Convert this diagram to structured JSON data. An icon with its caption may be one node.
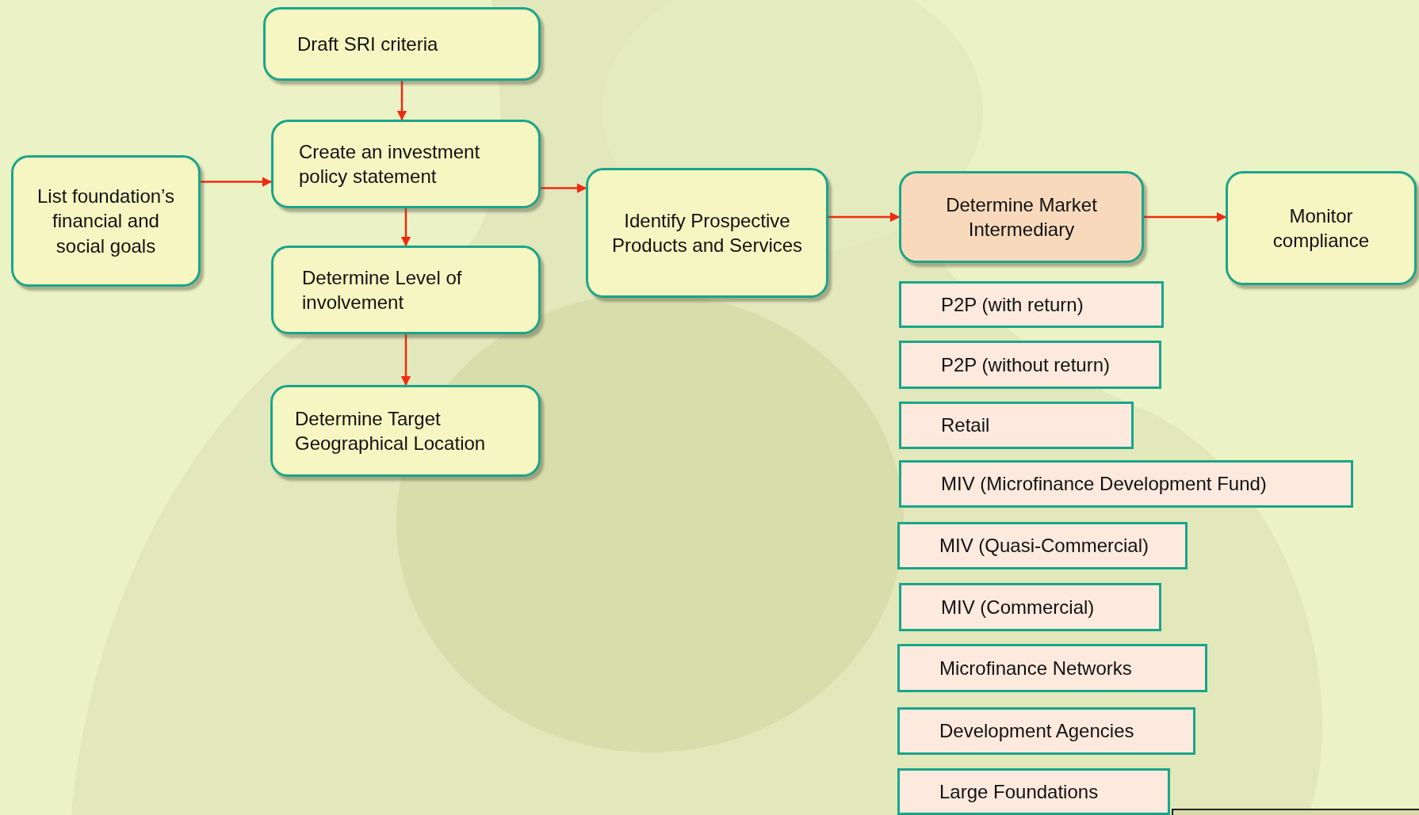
{
  "diagram": {
    "nodes": [
      {
        "text": [
          "Draft SRI criteria"
        ]
      },
      {
        "text": [
          "Create an investment policy statement"
        ]
      },
      {
        "text": [
          "Determine Level of involvement"
        ]
      },
      {
        "text": [
          "Determine Target Geographical Location"
        ]
      },
      {
        "text": [
          "List foundation’s financial and social goals"
        ]
      },
      {
        "text": [
          "Identify Prospective Products and Services"
        ]
      },
      {
        "text": [
          "Determine Market Intermediary"
        ]
      },
      {
        "text": [
          "Monitor compliance"
        ]
      },
      {
        "text": [
          "P2P (with return)"
        ]
      },
      {
        "text": [
          "P2P (without return)"
        ]
      },
      {
        "text": [
          "Retail"
        ]
      },
      {
        "text": [
          "MIV (Microfinance Development Fund)"
        ]
      },
      {
        "text": [
          "MIV (Quasi-Commercial)"
        ]
      },
      {
        "text": [
          "MIV (Commercial)"
        ]
      },
      {
        "text": [
          "Microfinance Networks"
        ]
      },
      {
        "text": [
          "Development Agencies"
        ]
      },
      {
        "text": [
          "Large Foundations"
        ]
      }
    ],
    "edges": [
      {
        "from": 0,
        "to": 1,
        "arrow": "to"
      },
      {
        "from": 1,
        "to": 2,
        "arrow": "to"
      },
      {
        "from": 2,
        "to": 3,
        "arrow": "to"
      },
      {
        "from": 4,
        "to": 1,
        "arrow": "to"
      },
      {
        "from": 1,
        "to": 5,
        "arrow": "to"
      },
      {
        "from": 5,
        "to": 6,
        "arrow": "to"
      },
      {
        "from": 6,
        "to": 7,
        "arrow": "to"
      }
    ]
  }
}
